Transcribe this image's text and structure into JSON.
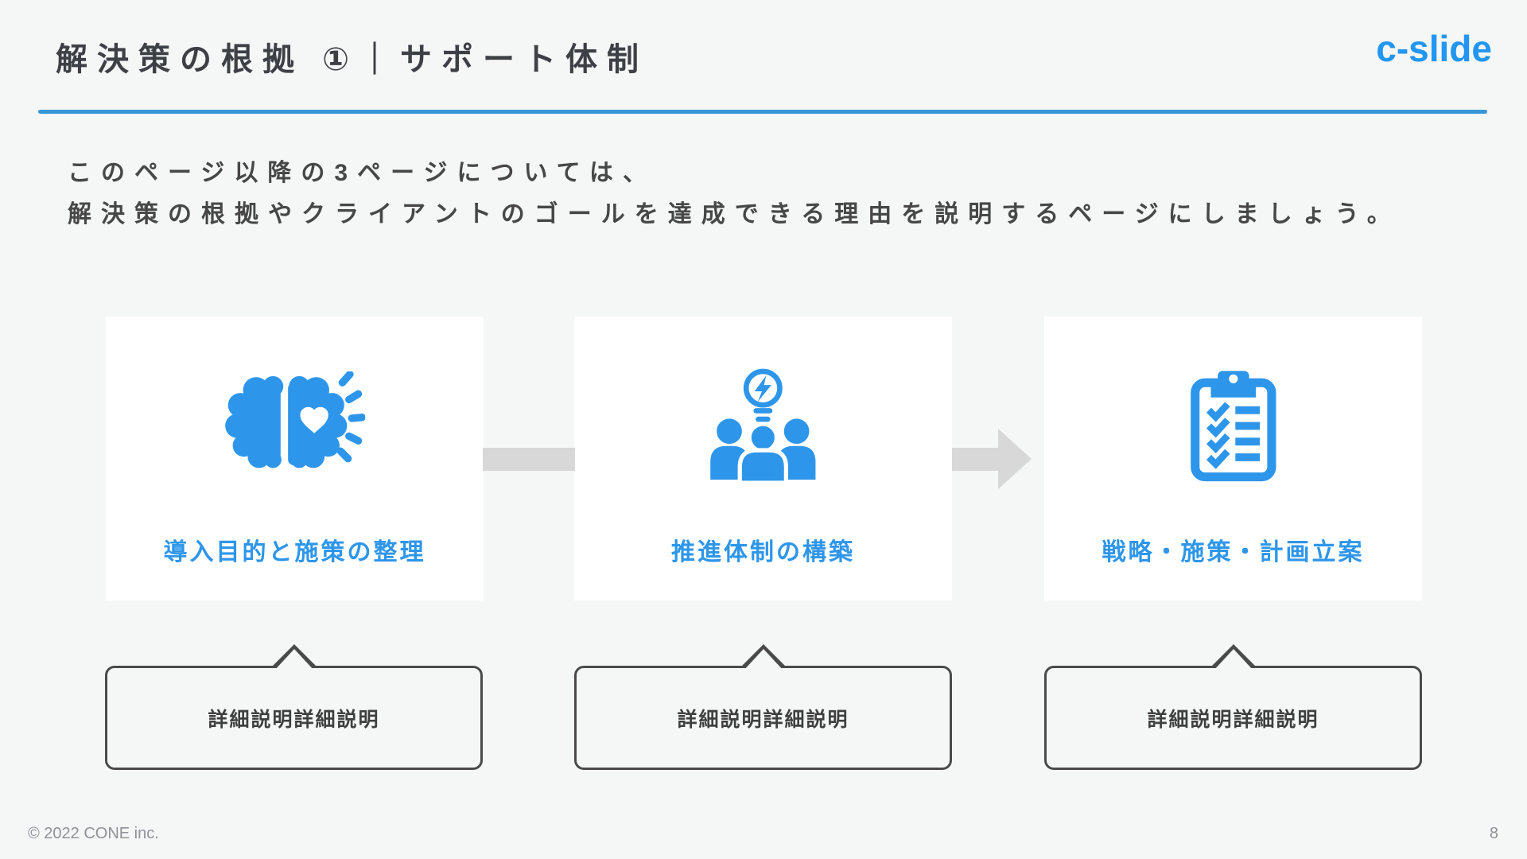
{
  "header": {
    "title": "解決策の根拠 ①｜サポート体制",
    "logo": "c-slide"
  },
  "intro": {
    "line1": "このページ以降の3ページについては、",
    "line2": "解決策の根拠やクライアントのゴールを達成できる理由を説明するページにしましょう。"
  },
  "steps": [
    {
      "icon": "brain-heart-icon",
      "label": "導入目的と施策の整理",
      "note": "詳細説明詳細説明"
    },
    {
      "icon": "team-idea-icon",
      "label": "推進体制の構築",
      "note": "詳細説明詳細説明"
    },
    {
      "icon": "checklist-clipboard-icon",
      "label": "戦略・施策・計画立案",
      "note": "詳細説明詳細説明"
    }
  ],
  "footer": {
    "copyright": "© 2022 CONE inc.",
    "page_number": "8"
  },
  "colors": {
    "accent_blue": "#2E96EA",
    "logo_blue": "#2196F3",
    "divider_blue": "#3797D8",
    "arrow_gray": "#D8D8D8",
    "bubble_border": "#4A4A4A",
    "title_color": "#3D4045",
    "body_text": "#474747",
    "footer_gray": "#8F9296",
    "bg": "#F5F6F6",
    "card_bg": "#FFFFFF"
  }
}
